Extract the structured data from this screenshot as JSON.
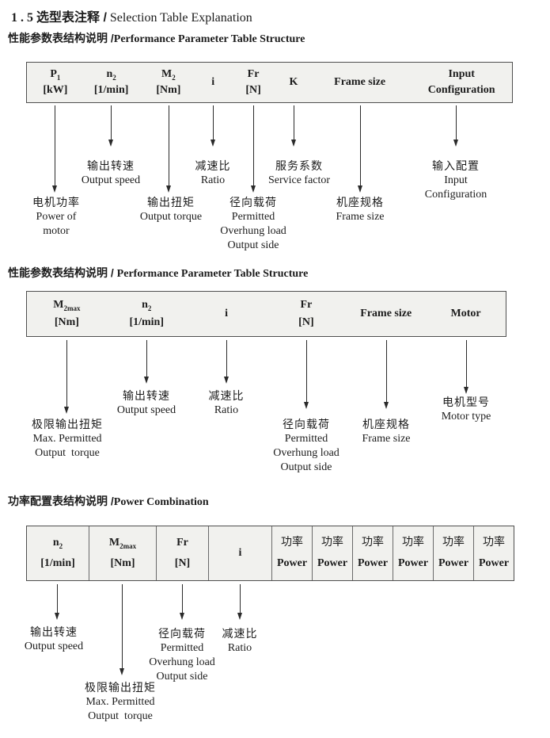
{
  "title": {
    "num": "1 . 5",
    "zh": "选型表注释 /",
    "en": "Selection Table Explanation"
  },
  "s1": {
    "heading_zh": "性能参数表结构说明 /",
    "heading_en": "Performance Parameter Table Structure",
    "t": {
      "c1": {
        "b": "P",
        "s": "1",
        "u": "[kW]"
      },
      "c2": {
        "b": "n",
        "s": "2",
        "u": "[1/min]"
      },
      "c3": {
        "b": "M",
        "s": "2",
        "u": "[Nm]"
      },
      "c4": "i",
      "c5": {
        "b": "Fr",
        "u": "[N]"
      },
      "c6": "K",
      "c7": "Frame size",
      "c8": {
        "l1": "Input",
        "l2": "Configuration"
      }
    },
    "lab_output_speed": [
      "输出转速",
      "Output speed"
    ],
    "lab_ratio": [
      "减速比",
      "Ratio"
    ],
    "lab_service_factor": [
      "服务系数",
      "Service factor"
    ],
    "lab_input_config": [
      "输入配置",
      "Input",
      "Configuration"
    ],
    "lab_motor_power": [
      "电机功率",
      "Power of",
      "motor"
    ],
    "lab_output_torque": [
      "输出扭矩",
      "Output torque"
    ],
    "lab_overhung": [
      "径向载荷",
      "Permitted",
      "Overhung load",
      "Output side"
    ],
    "lab_frame_size": [
      "机座规格",
      "Frame size"
    ]
  },
  "s2": {
    "heading_zh": "性能参数表结构说明 / ",
    "heading_en": "Performance Parameter Table Structure",
    "t": {
      "c1": {
        "b": "M",
        "s": "2max",
        "u": "[Nm]"
      },
      "c2": {
        "b": "n",
        "s": "2",
        "u": "[1/min]"
      },
      "c3": "i",
      "c4": {
        "b": "Fr",
        "u": "[N]"
      },
      "c5": "Frame size",
      "c6": "Motor"
    },
    "lab_max_torque": [
      "极限输出扭矩",
      "Max. Permitted",
      "Output  torque"
    ],
    "lab_output_speed": [
      "输出转速",
      "Output speed"
    ],
    "lab_ratio": [
      "减速比",
      "Ratio"
    ],
    "lab_overhung": [
      "径向载荷",
      "Permitted",
      "Overhung load",
      "Output side"
    ],
    "lab_frame_size": [
      "机座规格",
      "Frame size"
    ],
    "lab_motor_type": [
      "电机型号",
      "Motor type"
    ]
  },
  "s3": {
    "heading_zh": "功率配置表结构说明 /",
    "heading_en": "Power Combination",
    "t": {
      "c1": {
        "b": "n",
        "s": "2",
        "u": "[1/min]"
      },
      "c2": {
        "b": "M",
        "s": "2max",
        "u": "[Nm]"
      },
      "c3": {
        "b": "Fr",
        "u": "[N]"
      },
      "c4": "i",
      "power": {
        "zh": "功率",
        "en": "Power"
      }
    },
    "lab_output_speed": [
      "输出转速",
      "Output speed"
    ],
    "lab_max_torque": [
      "极限输出扭矩",
      "Max. Permitted",
      "Output  torque"
    ],
    "lab_overhung": [
      "径向载荷",
      "Permitted",
      "Overhung load",
      "Output side"
    ],
    "lab_ratio": [
      "减速比",
      "Ratio"
    ]
  }
}
